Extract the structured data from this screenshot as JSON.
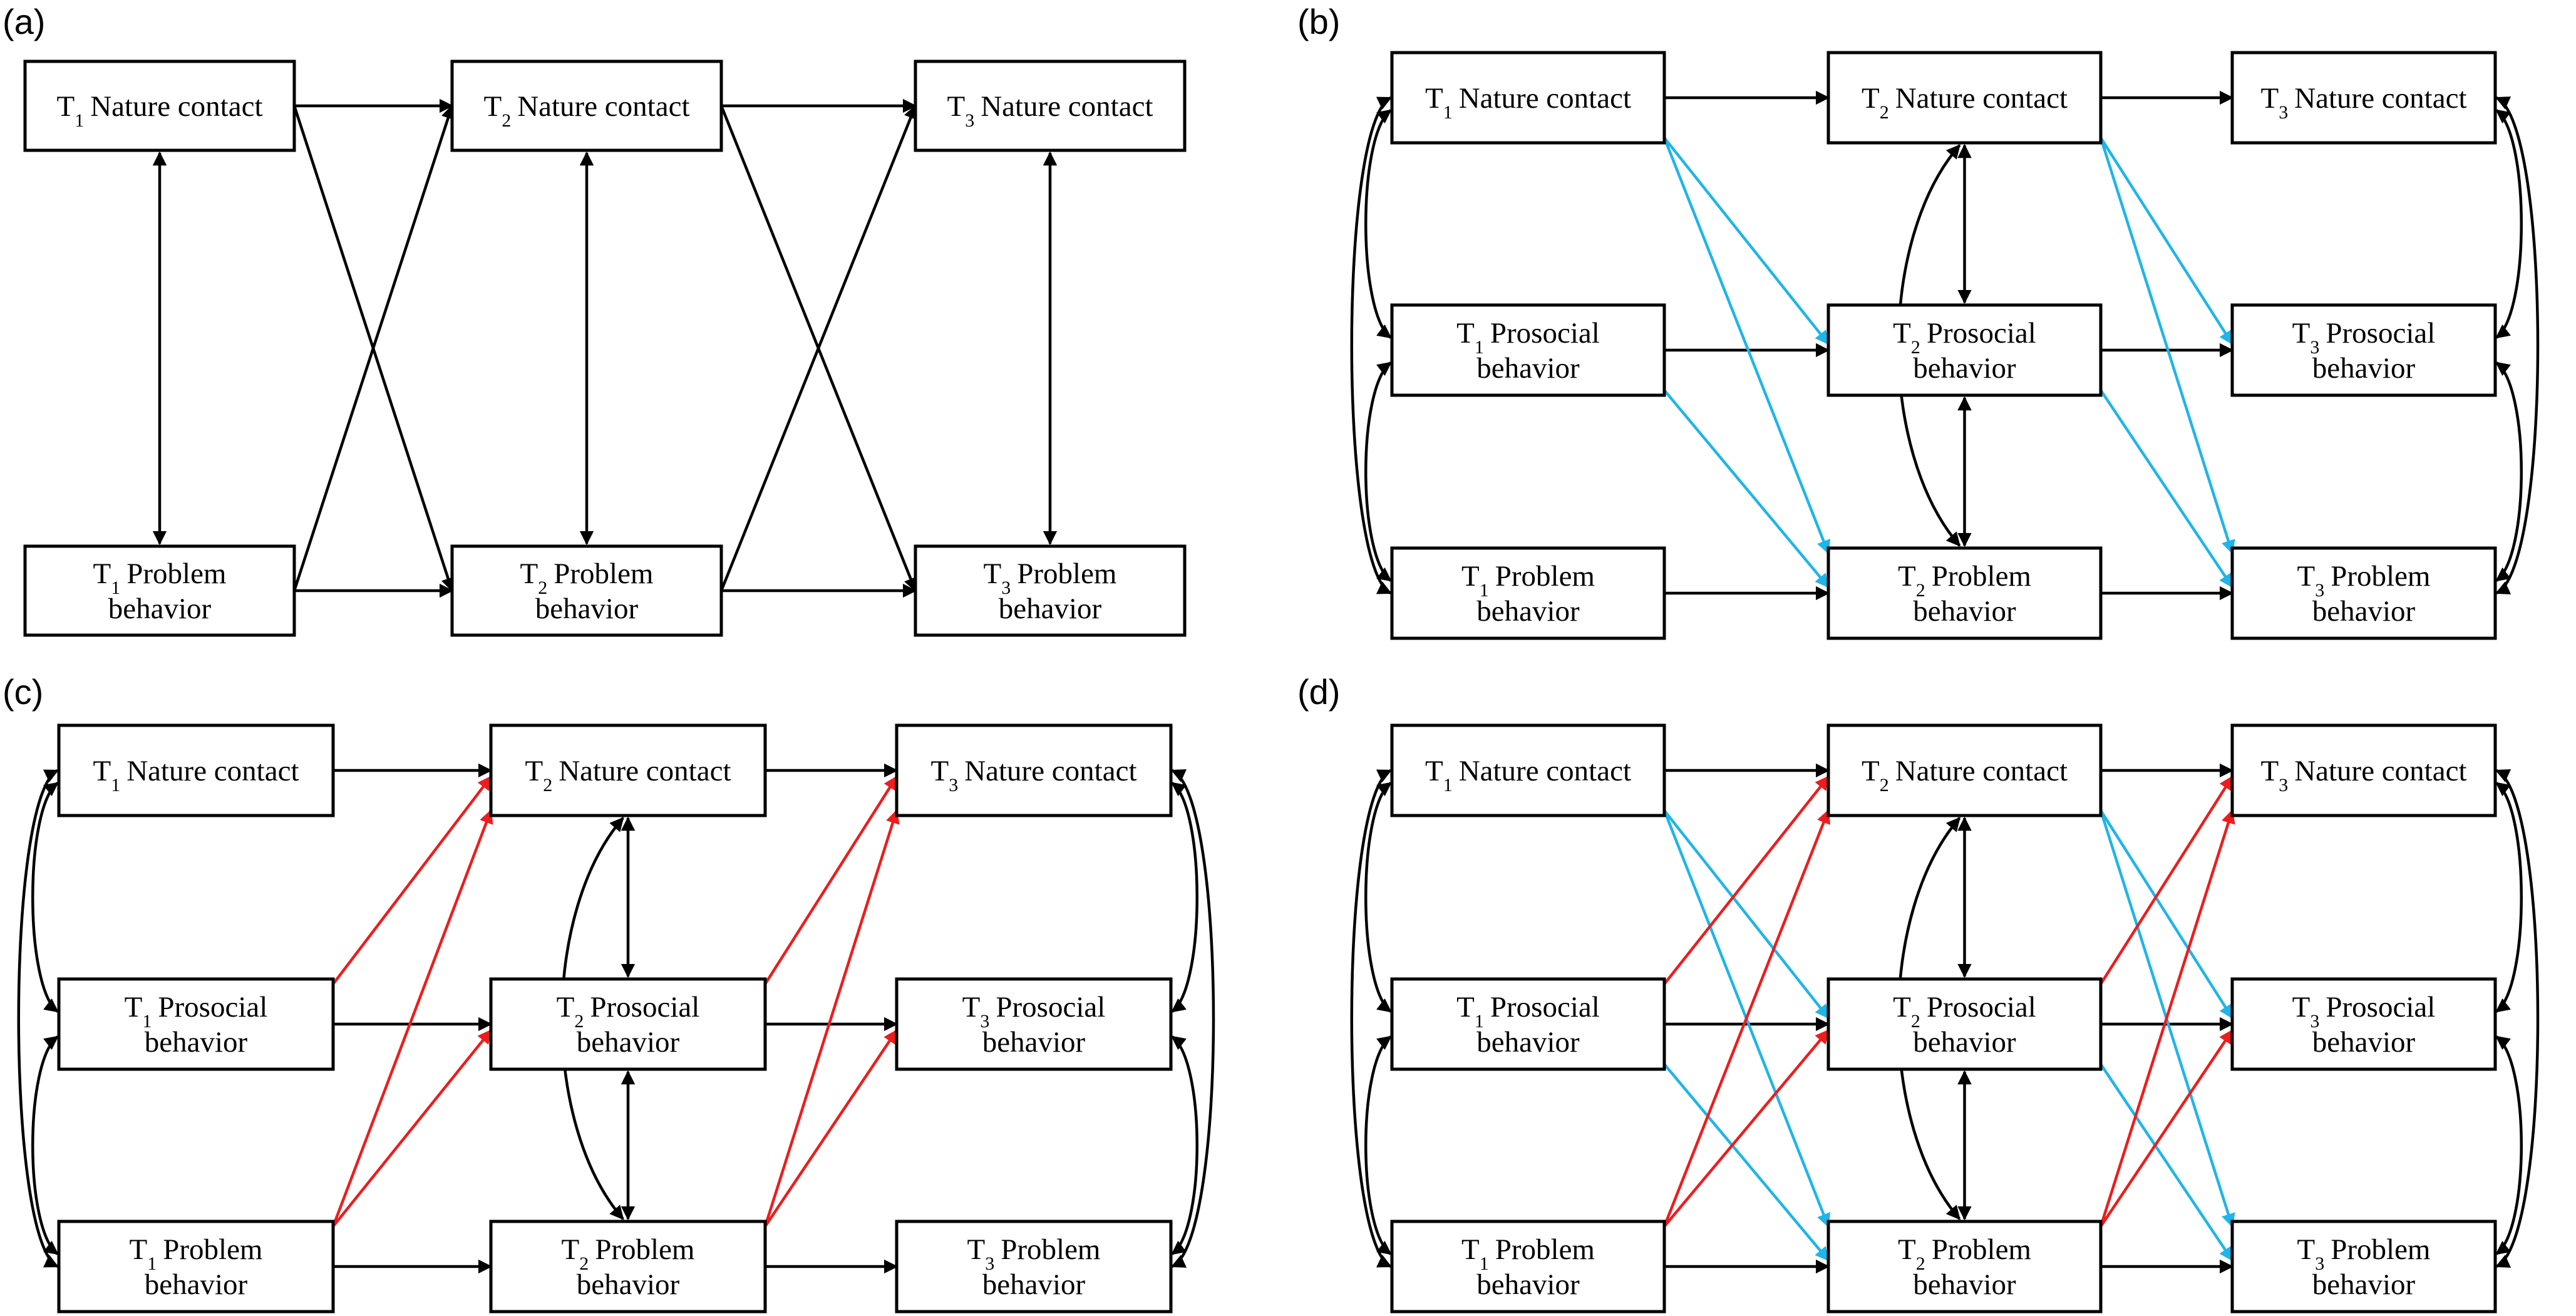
{
  "colors": {
    "black": "#000000",
    "blue": "#1fb5e8",
    "red": "#ee1c1c"
  },
  "panels": [
    {
      "id": "a",
      "label": "(a)",
      "nodes": [
        {
          "id": "n1",
          "time": "T",
          "sub": "1",
          "lines": [
            "Nature contact"
          ]
        },
        {
          "id": "p1",
          "time": "T",
          "sub": "1",
          "lines": [
            "Problem",
            "behavior"
          ]
        },
        {
          "id": "n2",
          "time": "T",
          "sub": "2",
          "lines": [
            "Nature contact"
          ]
        },
        {
          "id": "p2",
          "time": "T",
          "sub": "2",
          "lines": [
            "Problem",
            "behavior"
          ]
        },
        {
          "id": "n3",
          "time": "T",
          "sub": "3",
          "lines": [
            "Nature contact"
          ]
        },
        {
          "id": "p3",
          "time": "T",
          "sub": "3",
          "lines": [
            "Problem",
            "behavior"
          ]
        }
      ],
      "edges": [
        {
          "from": "n1",
          "to": "n2",
          "color": "black"
        },
        {
          "from": "n2",
          "to": "n3",
          "color": "black"
        },
        {
          "from": "p1",
          "to": "p2",
          "color": "black"
        },
        {
          "from": "p2",
          "to": "p3",
          "color": "black"
        },
        {
          "from": "n1",
          "to": "p2",
          "color": "black"
        },
        {
          "from": "p1",
          "to": "n2",
          "color": "black"
        },
        {
          "from": "n2",
          "to": "p3",
          "color": "black"
        },
        {
          "from": "p2",
          "to": "n3",
          "color": "black"
        }
      ],
      "covariances": [
        {
          "a": "n1",
          "b": "p1",
          "kind": "straight"
        },
        {
          "a": "n2",
          "b": "p2",
          "kind": "straight"
        },
        {
          "a": "n3",
          "b": "p3",
          "kind": "straight"
        }
      ]
    },
    {
      "id": "b",
      "label": "(b)",
      "nodes": [
        {
          "id": "n1",
          "time": "T",
          "sub": "1",
          "lines": [
            "Nature contact"
          ]
        },
        {
          "id": "s1",
          "time": "T",
          "sub": "1",
          "lines": [
            "Prosocial",
            "behavior"
          ]
        },
        {
          "id": "p1",
          "time": "T",
          "sub": "1",
          "lines": [
            "Problem",
            "behavior"
          ]
        },
        {
          "id": "n2",
          "time": "T",
          "sub": "2",
          "lines": [
            "Nature contact"
          ]
        },
        {
          "id": "s2",
          "time": "T",
          "sub": "2",
          "lines": [
            "Prosocial",
            "behavior"
          ]
        },
        {
          "id": "p2",
          "time": "T",
          "sub": "2",
          "lines": [
            "Problem",
            "behavior"
          ]
        },
        {
          "id": "n3",
          "time": "T",
          "sub": "3",
          "lines": [
            "Nature contact"
          ]
        },
        {
          "id": "s3",
          "time": "T",
          "sub": "3",
          "lines": [
            "Prosocial",
            "behavior"
          ]
        },
        {
          "id": "p3",
          "time": "T",
          "sub": "3",
          "lines": [
            "Problem",
            "behavior"
          ]
        }
      ],
      "edges": [
        {
          "from": "n1",
          "to": "n2",
          "color": "black"
        },
        {
          "from": "n2",
          "to": "n3",
          "color": "black"
        },
        {
          "from": "s1",
          "to": "s2",
          "color": "black"
        },
        {
          "from": "s2",
          "to": "s3",
          "color": "black"
        },
        {
          "from": "p1",
          "to": "p2",
          "color": "black"
        },
        {
          "from": "p2",
          "to": "p3",
          "color": "black"
        },
        {
          "from": "n1",
          "to": "s2",
          "color": "blue"
        },
        {
          "from": "n1",
          "to": "p2",
          "color": "blue"
        },
        {
          "from": "s1",
          "to": "p2",
          "color": "blue"
        },
        {
          "from": "n2",
          "to": "s3",
          "color": "blue"
        },
        {
          "from": "n2",
          "to": "p3",
          "color": "blue"
        },
        {
          "from": "s2",
          "to": "p3",
          "color": "blue"
        }
      ],
      "covariances": [
        {
          "a": "n1",
          "b": "s1",
          "kind": "left"
        },
        {
          "a": "s1",
          "b": "p1",
          "kind": "left"
        },
        {
          "a": "n1",
          "b": "p1",
          "kind": "left-wide"
        },
        {
          "a": "n2",
          "b": "s2",
          "kind": "straight"
        },
        {
          "a": "s2",
          "b": "p2",
          "kind": "straight"
        },
        {
          "a": "n2",
          "b": "p2",
          "kind": "mid-wide"
        },
        {
          "a": "n3",
          "b": "s3",
          "kind": "right"
        },
        {
          "a": "s3",
          "b": "p3",
          "kind": "right"
        },
        {
          "a": "n3",
          "b": "p3",
          "kind": "right-wide"
        }
      ]
    },
    {
      "id": "c",
      "label": "(c)",
      "nodes": [
        {
          "id": "n1",
          "time": "T",
          "sub": "1",
          "lines": [
            "Nature contact"
          ]
        },
        {
          "id": "s1",
          "time": "T",
          "sub": "1",
          "lines": [
            "Prosocial",
            "behavior"
          ]
        },
        {
          "id": "p1",
          "time": "T",
          "sub": "1",
          "lines": [
            "Problem",
            "behavior"
          ]
        },
        {
          "id": "n2",
          "time": "T",
          "sub": "2",
          "lines": [
            "Nature contact"
          ]
        },
        {
          "id": "s2",
          "time": "T",
          "sub": "2",
          "lines": [
            "Prosocial",
            "behavior"
          ]
        },
        {
          "id": "p2",
          "time": "T",
          "sub": "2",
          "lines": [
            "Problem",
            "behavior"
          ]
        },
        {
          "id": "n3",
          "time": "T",
          "sub": "3",
          "lines": [
            "Nature contact"
          ]
        },
        {
          "id": "s3",
          "time": "T",
          "sub": "3",
          "lines": [
            "Prosocial",
            "behavior"
          ]
        },
        {
          "id": "p3",
          "time": "T",
          "sub": "3",
          "lines": [
            "Problem",
            "behavior"
          ]
        }
      ],
      "edges": [
        {
          "from": "n1",
          "to": "n2",
          "color": "black"
        },
        {
          "from": "n2",
          "to": "n3",
          "color": "black"
        },
        {
          "from": "s1",
          "to": "s2",
          "color": "black"
        },
        {
          "from": "s2",
          "to": "s3",
          "color": "black"
        },
        {
          "from": "p1",
          "to": "p2",
          "color": "black"
        },
        {
          "from": "p2",
          "to": "p3",
          "color": "black"
        },
        {
          "from": "s1",
          "to": "n2",
          "color": "red"
        },
        {
          "from": "p1",
          "to": "s2",
          "color": "red"
        },
        {
          "from": "p1",
          "to": "n2",
          "color": "red"
        },
        {
          "from": "s2",
          "to": "n3",
          "color": "red"
        },
        {
          "from": "p2",
          "to": "s3",
          "color": "red"
        },
        {
          "from": "p2",
          "to": "n3",
          "color": "red"
        }
      ],
      "covariances": [
        {
          "a": "n1",
          "b": "s1",
          "kind": "left"
        },
        {
          "a": "s1",
          "b": "p1",
          "kind": "left"
        },
        {
          "a": "n1",
          "b": "p1",
          "kind": "left-wide"
        },
        {
          "a": "n2",
          "b": "s2",
          "kind": "straight"
        },
        {
          "a": "s2",
          "b": "p2",
          "kind": "straight"
        },
        {
          "a": "n2",
          "b": "p2",
          "kind": "mid-wide"
        },
        {
          "a": "n3",
          "b": "s3",
          "kind": "right"
        },
        {
          "a": "s3",
          "b": "p3",
          "kind": "right"
        },
        {
          "a": "n3",
          "b": "p3",
          "kind": "right-wide"
        }
      ]
    },
    {
      "id": "d",
      "label": "(d)",
      "nodes": [
        {
          "id": "n1",
          "time": "T",
          "sub": "1",
          "lines": [
            "Nature contact"
          ]
        },
        {
          "id": "s1",
          "time": "T",
          "sub": "1",
          "lines": [
            "Prosocial",
            "behavior"
          ]
        },
        {
          "id": "p1",
          "time": "T",
          "sub": "1",
          "lines": [
            "Problem",
            "behavior"
          ]
        },
        {
          "id": "n2",
          "time": "T",
          "sub": "2",
          "lines": [
            "Nature contact"
          ]
        },
        {
          "id": "s2",
          "time": "T",
          "sub": "2",
          "lines": [
            "Prosocial",
            "behavior"
          ]
        },
        {
          "id": "p2",
          "time": "T",
          "sub": "2",
          "lines": [
            "Problem",
            "behavior"
          ]
        },
        {
          "id": "n3",
          "time": "T",
          "sub": "3",
          "lines": [
            "Nature contact"
          ]
        },
        {
          "id": "s3",
          "time": "T",
          "sub": "3",
          "lines": [
            "Prosocial",
            "behavior"
          ]
        },
        {
          "id": "p3",
          "time": "T",
          "sub": "3",
          "lines": [
            "Problem",
            "behavior"
          ]
        }
      ],
      "edges": [
        {
          "from": "n1",
          "to": "n2",
          "color": "black"
        },
        {
          "from": "n2",
          "to": "n3",
          "color": "black"
        },
        {
          "from": "s1",
          "to": "s2",
          "color": "black"
        },
        {
          "from": "s2",
          "to": "s3",
          "color": "black"
        },
        {
          "from": "p1",
          "to": "p2",
          "color": "black"
        },
        {
          "from": "p2",
          "to": "p3",
          "color": "black"
        },
        {
          "from": "n1",
          "to": "s2",
          "color": "blue"
        },
        {
          "from": "n1",
          "to": "p2",
          "color": "blue"
        },
        {
          "from": "s1",
          "to": "p2",
          "color": "blue"
        },
        {
          "from": "n2",
          "to": "s3",
          "color": "blue"
        },
        {
          "from": "n2",
          "to": "p3",
          "color": "blue"
        },
        {
          "from": "s2",
          "to": "p3",
          "color": "blue"
        },
        {
          "from": "s1",
          "to": "n2",
          "color": "red"
        },
        {
          "from": "p1",
          "to": "s2",
          "color": "red"
        },
        {
          "from": "p1",
          "to": "n2",
          "color": "red"
        },
        {
          "from": "s2",
          "to": "n3",
          "color": "red"
        },
        {
          "from": "p2",
          "to": "s3",
          "color": "red"
        },
        {
          "from": "p2",
          "to": "n3",
          "color": "red"
        }
      ],
      "covariances": [
        {
          "a": "n1",
          "b": "s1",
          "kind": "left"
        },
        {
          "a": "s1",
          "b": "p1",
          "kind": "left"
        },
        {
          "a": "n1",
          "b": "p1",
          "kind": "left-wide"
        },
        {
          "a": "n2",
          "b": "s2",
          "kind": "straight"
        },
        {
          "a": "s2",
          "b": "p2",
          "kind": "straight"
        },
        {
          "a": "n2",
          "b": "p2",
          "kind": "mid-wide"
        },
        {
          "a": "n3",
          "b": "s3",
          "kind": "right"
        },
        {
          "a": "s3",
          "b": "p3",
          "kind": "right"
        },
        {
          "a": "n3",
          "b": "p3",
          "kind": "right-wide"
        }
      ]
    }
  ]
}
